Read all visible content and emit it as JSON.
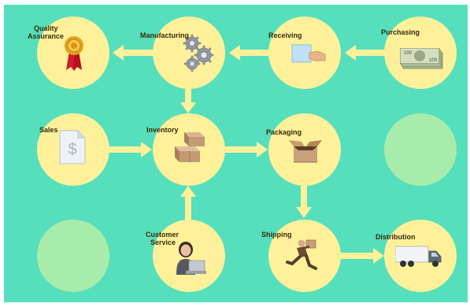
{
  "diagram": {
    "nodes": [
      {
        "id": "quality-assurance",
        "label_line1": "Quality",
        "label_line2": "Assurance",
        "icon": "award-ribbon-icon"
      },
      {
        "id": "manufacturing",
        "label": "Manufacturing",
        "icon": "gears-icon"
      },
      {
        "id": "receiving",
        "label": "Receiving",
        "icon": "hand-paper-icon"
      },
      {
        "id": "purchasing",
        "label": "Purchasing",
        "icon": "money-icon"
      },
      {
        "id": "sales",
        "label": "Sales",
        "icon": "dollar-document-icon"
      },
      {
        "id": "inventory",
        "label": "Inventory",
        "icon": "boxes-icon"
      },
      {
        "id": "packaging",
        "label": "Packaging",
        "icon": "open-box-icon"
      },
      {
        "id": "customer-service",
        "label_line1": "Customer",
        "label_line2": "Service",
        "icon": "support-agent-icon"
      },
      {
        "id": "shipping",
        "label": "Shipping",
        "icon": "courier-icon"
      },
      {
        "id": "distribution",
        "label": "Distribution",
        "icon": "truck-icon"
      }
    ],
    "edges": [
      {
        "from": "purchasing",
        "to": "receiving"
      },
      {
        "from": "receiving",
        "to": "manufacturing"
      },
      {
        "from": "manufacturing",
        "to": "quality-assurance"
      },
      {
        "from": "manufacturing",
        "to": "inventory"
      },
      {
        "from": "sales",
        "to": "inventory"
      },
      {
        "from": "inventory",
        "to": "packaging"
      },
      {
        "from": "customer-service",
        "to": "inventory"
      },
      {
        "from": "packaging",
        "to": "shipping"
      },
      {
        "from": "shipping",
        "to": "distribution"
      }
    ]
  },
  "colors": {
    "background": "#56dfbc",
    "node_fill": "#fef19a",
    "empty_node_fill": "#a8ecac",
    "arrow": "#fef19a",
    "label_text": "#3a2a0a"
  }
}
